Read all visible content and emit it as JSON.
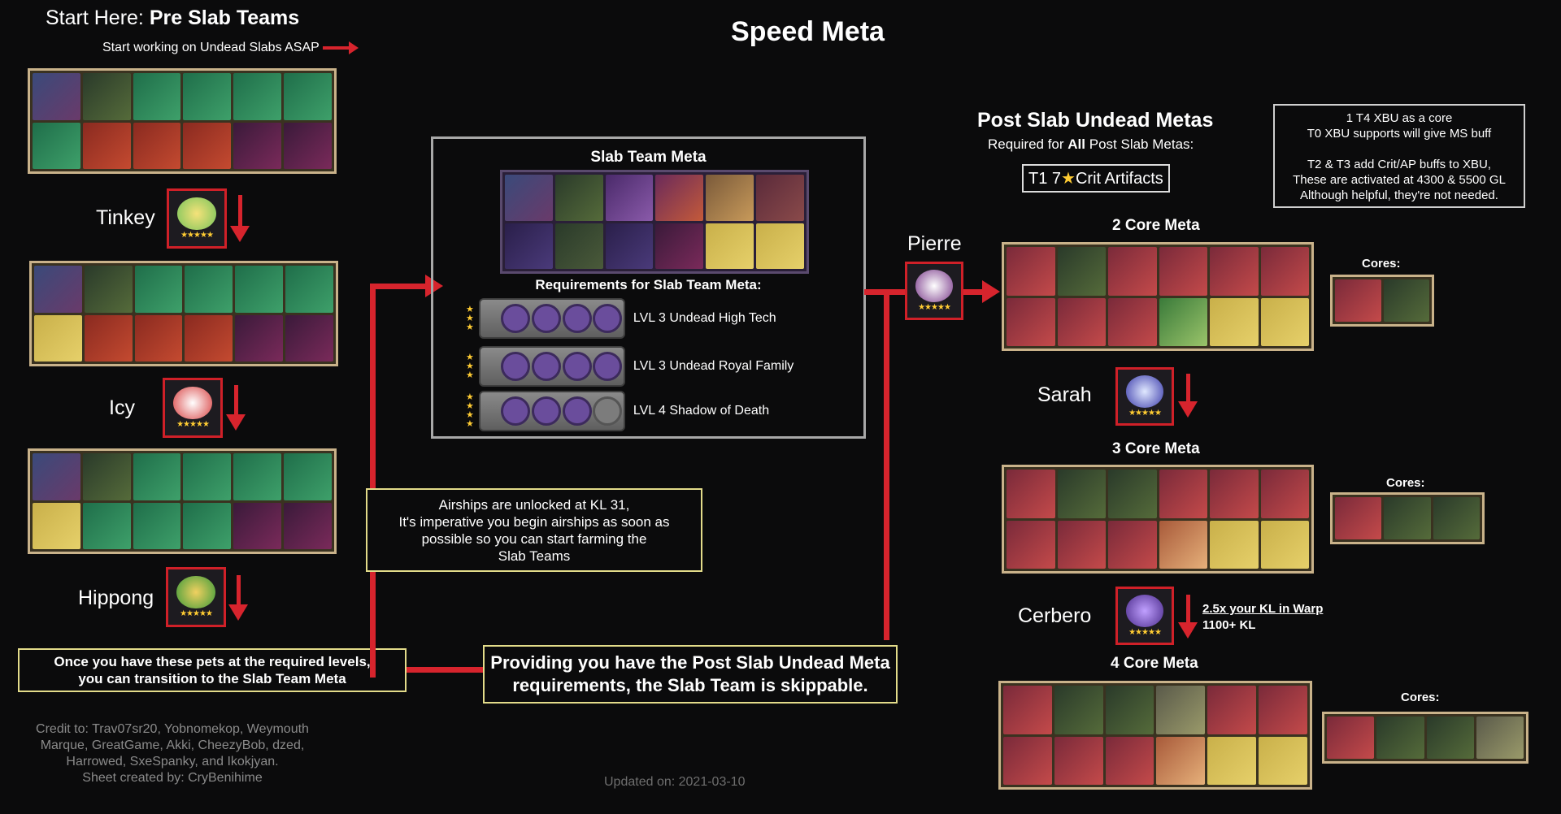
{
  "header": {
    "title": "Speed Meta",
    "pre_slab_prefix": "Start Here: ",
    "pre_slab_bold": "Pre Slab Teams",
    "start_note": "Start working on Undead Slabs ASAP"
  },
  "pets": {
    "tinkey": "Tinkey",
    "icy": "Icy",
    "hippong": "Hippong",
    "pierre": "Pierre",
    "sarah": "Sarah",
    "cerbero": "Cerbero",
    "stars": "★★★★★"
  },
  "transition_box": {
    "line1": "Once you have these pets at the required levels,",
    "line2": "you can transition to the Slab Team Meta"
  },
  "airships_box": {
    "line1": "Airships are unlocked at KL 31,",
    "line2": "It's imperative you begin airships as soon as",
    "line3": "possible so you can start farming the",
    "line4": "Slab Teams"
  },
  "skippable_box": {
    "line1": "Providing you have the Post Slab Undead Meta",
    "line2": "requirements, the Slab Team is skippable."
  },
  "slab_meta": {
    "title": "Slab Team Meta",
    "requirements_title": "Requirements for Slab Team Meta:",
    "requirements": [
      {
        "label": "LVL 3 Undead High Tech",
        "stars": "★★★"
      },
      {
        "label": "LVL 3 Undead Royal Family",
        "stars": "★★★"
      },
      {
        "label": "LVL 4 Shadow of Death",
        "stars": "★★★★"
      }
    ]
  },
  "post_slab": {
    "title": "Post Slab Undead Metas",
    "required_prefix": "Required for ",
    "required_bold": "All",
    "required_suffix": " Post Slab Metas:",
    "artifacts_prefix": "T1 7",
    "artifacts_star": "★",
    "artifacts_suffix": "Crit Artifacts",
    "info": {
      "line1": "1 T4 XBU as a core",
      "line2": "T0 XBU supports will give MS buff",
      "line3": "T2 & T3 add Crit/AP buffs to XBU,",
      "line4": "These are activated at 4300 & 5500 GL",
      "line5": "Although helpful, they're not needed."
    },
    "core2": "2 Core Meta",
    "core3": "3 Core Meta",
    "core4": "4 Core Meta",
    "cores_label": "Cores:",
    "cerbero_note1": "2.5x your KL in Warp",
    "cerbero_note2": "1100+ KL"
  },
  "footer": {
    "credit1": "Credit to: Trav07sr20, Yobnomekop, Weymouth",
    "credit2": "Marque, GreatGame, Akki, CheezyBob, dzed,",
    "credit3": "Harrowed, SxeSpanky, and Ikokjyan.",
    "credit4": "Sheet created by: CryBenihime",
    "updated": "Updated on: 2021-03-10"
  },
  "colors": {
    "accent_red": "#d7242d",
    "box_border": "#e3dc8a",
    "star_gold": "#ffcc33",
    "background": "#0b0b0c"
  }
}
